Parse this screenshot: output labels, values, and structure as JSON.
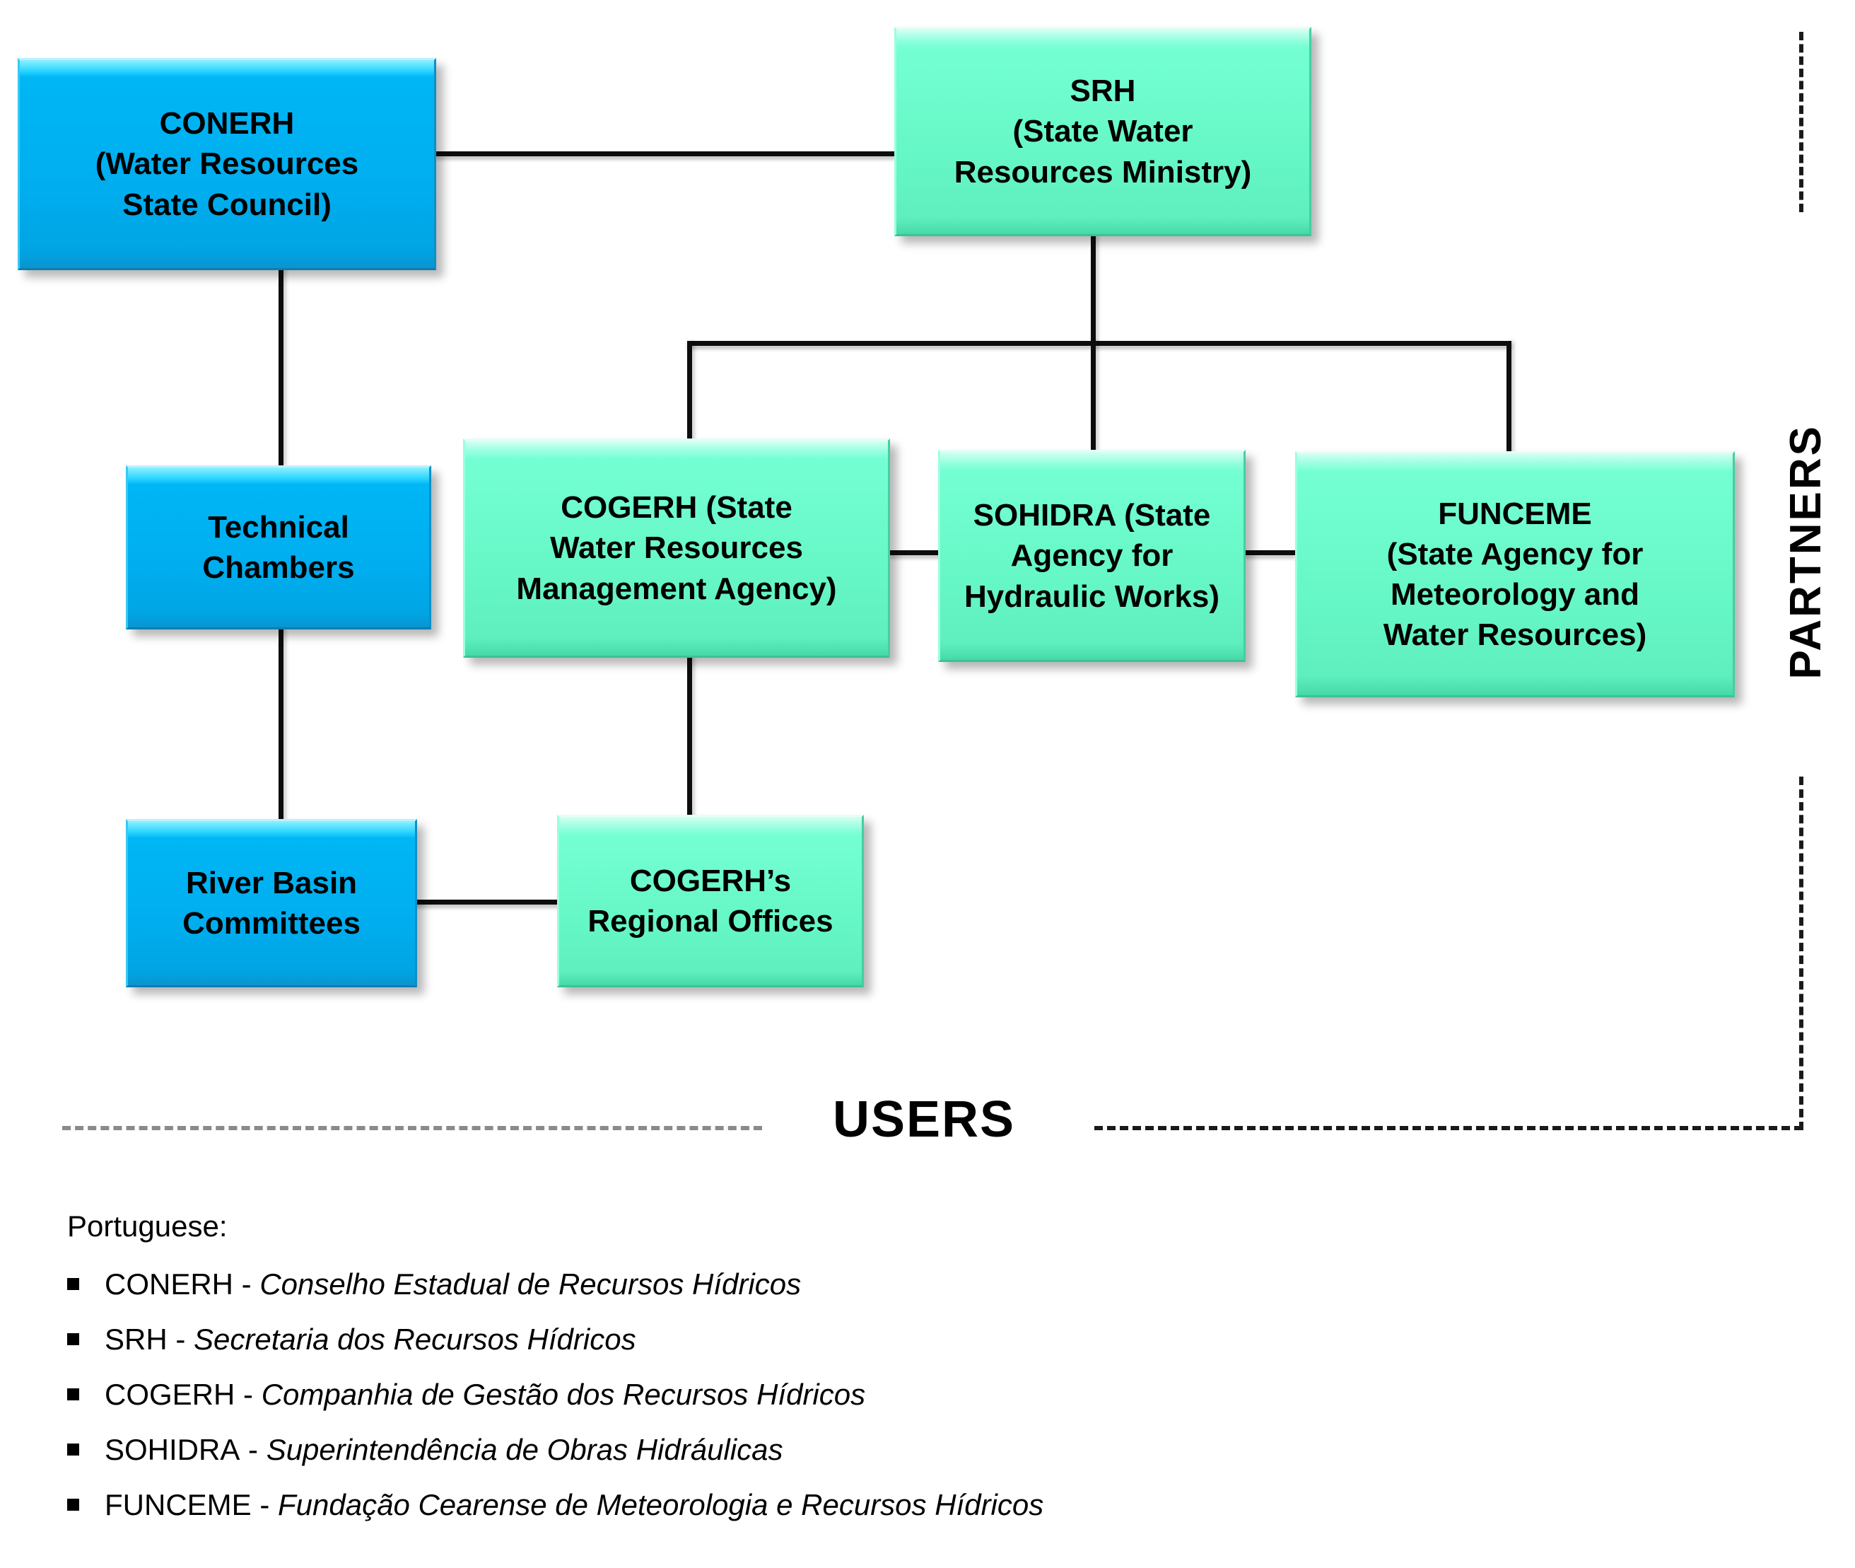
{
  "diagram": {
    "nodes": [
      {
        "id": "conerh",
        "color": "blue",
        "lines": [
          "CONERH",
          "(Water Resources",
          "State Council)"
        ]
      },
      {
        "id": "srh",
        "color": "green",
        "lines": [
          "SRH",
          "(State Water",
          "Resources Ministry)"
        ]
      },
      {
        "id": "technical-chambers",
        "color": "blue",
        "lines": [
          "Technical",
          "Chambers"
        ]
      },
      {
        "id": "cogerh",
        "color": "green",
        "lines": [
          "COGERH (State",
          "Water Resources",
          "Management Agency)"
        ]
      },
      {
        "id": "sohidra",
        "color": "green",
        "lines": [
          "SOHIDRA (State",
          "Agency for",
          "Hydraulic Works)"
        ]
      },
      {
        "id": "funceme",
        "color": "green",
        "lines": [
          "FUNCEME",
          "(State Agency for",
          "Meteorology and",
          "Water Resources)"
        ]
      },
      {
        "id": "river-basin-committees",
        "color": "blue",
        "lines": [
          "River Basin",
          "Committees"
        ]
      },
      {
        "id": "cogerh-regional-offices",
        "color": "green",
        "lines": [
          "COGERH’s",
          "Regional Offices"
        ]
      }
    ],
    "region_labels": {
      "partners": "PARTNERS",
      "users": "USERS"
    },
    "colors": {
      "blue_fill": "#00AEEF",
      "green_fill": "#66F7C6",
      "connector": "#0D0D0D",
      "text": "#000000",
      "background": "#FFFFFF"
    }
  },
  "legend": {
    "title": "Portuguese:",
    "items": [
      {
        "acronym": "CONERH",
        "separator": " - ",
        "full": "Conselho Estadual de Recursos  Hídricos"
      },
      {
        "acronym": "SRH",
        "separator": " - ",
        "full": "Secretaria  dos Recursos Hídricos"
      },
      {
        "acronym": "COGERH",
        "separator": " - ",
        "full": "Companhia de Gestão dos Recursos Hídricos"
      },
      {
        "acronym": "SOHIDRA",
        "separator": " - ",
        "full": "Superintendência de Obras Hidráulicas"
      },
      {
        "acronym": "FUNCEME",
        "separator": " - ",
        "full": "Fundação Cearense  de Meteorologia e Recursos  Hídricos"
      }
    ]
  }
}
